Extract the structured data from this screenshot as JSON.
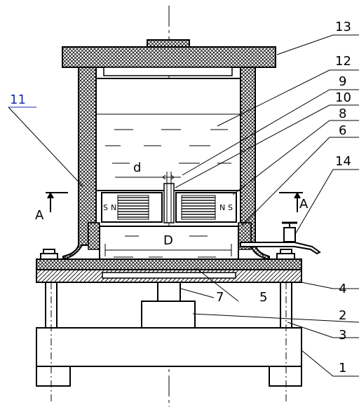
{
  "callouts": [
    "13",
    "12",
    "9",
    "10",
    "8",
    "6",
    "14",
    "11",
    "4",
    "5",
    "7",
    "2",
    "3",
    "1"
  ],
  "section_marks": {
    "left": "A",
    "right": "A"
  },
  "dimensions": {
    "inner": "d",
    "outer": "D"
  },
  "magnet_marks": [
    "S",
    "N",
    "N",
    "S"
  ],
  "colors": {
    "line": "#000000",
    "callout_11": "#1a2fa8",
    "hatch": "#000000",
    "background": "#ffffff"
  }
}
